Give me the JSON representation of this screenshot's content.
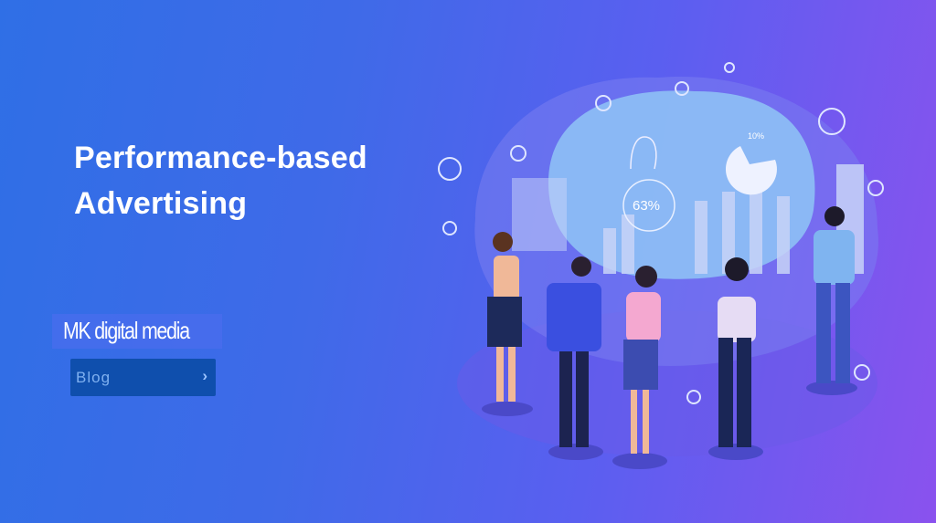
{
  "hero": {
    "title_line1": "Performance-based",
    "title_line2": "Advertising"
  },
  "brand": {
    "label": "MK digital media"
  },
  "nav": {
    "blog_label": "Blog",
    "blog_icon": "chevron-right-icon"
  },
  "illustration": {
    "stat_main": "63%",
    "stat_secondary": "10%"
  },
  "colors": {
    "bg_start": "#2f6fe6",
    "bg_end": "#8a52ee",
    "button": "#0f4fad"
  }
}
